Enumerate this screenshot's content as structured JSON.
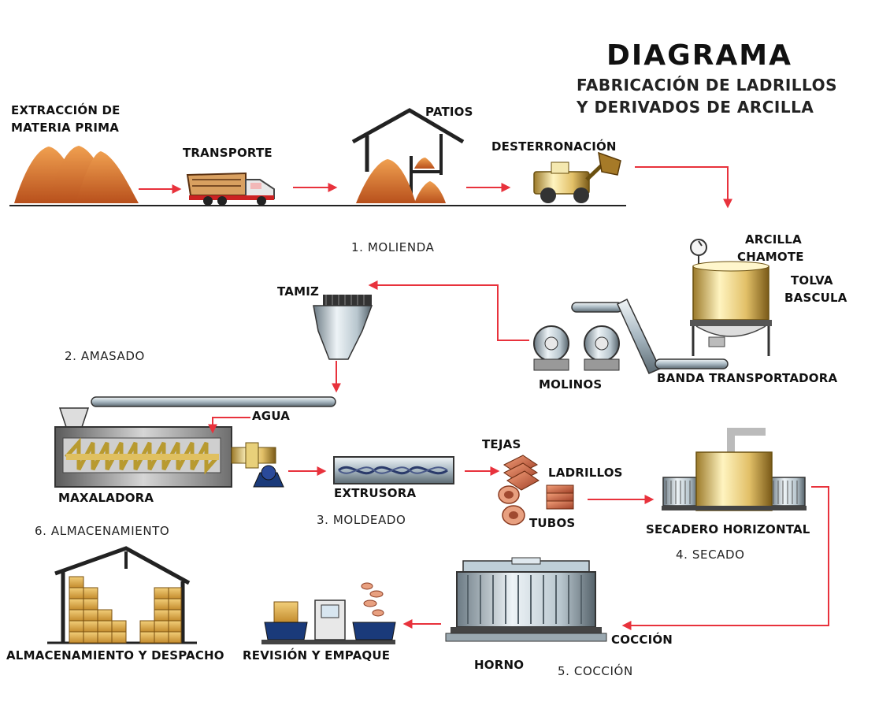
{
  "title": "DIAGRAMA",
  "subtitle_line1": "FABRICACIÓN DE LADRILLOS",
  "subtitle_line2": "Y DERIVADOS DE ARCILLA",
  "labels": {
    "extraccion_line1": "EXTRACCIÓN DE",
    "extraccion_line2": "MATERIA PRIMA",
    "transporte": "TRANSPORTE",
    "patios": "PATIOS",
    "desterronacion": "DESTERRONACIÓN",
    "arcilla": "ARCILLA",
    "chamote": "CHAMOTE",
    "tolva": "TOLVA",
    "bascula": "BASCULA",
    "tamiz": "TAMIZ",
    "molinos": "MOLINOS",
    "banda": "BANDA TRANSPORTADORA",
    "agua": "AGUA",
    "maxaladora": "MAXALADORA",
    "extrusora": "EXTRUSORA",
    "tejas": "TEJAS",
    "ladrillos": "LADRILLOS",
    "tubos": "TUBOS",
    "secadero": "SECADERO HORIZONTAL",
    "coccion": "COCCIÓN",
    "horno": "HORNO",
    "revision": "REVISIÓN Y EMPAQUE",
    "almacenamiento_despacho": "ALMACENAMIENTO Y DESPACHO"
  },
  "steps": {
    "molienda": "1. MOLIENDA",
    "amasado": "2. AMASADO",
    "moldeado": "3. MOLDEADO",
    "secado": "4. SECADO",
    "coccion": "5. COCCIÓN",
    "almacenamiento": "6. ALMACENAMIENTO"
  },
  "colors": {
    "arrow": "#e8323c",
    "clay": "#d9702a",
    "machine": "#e8d08a",
    "ink": "#111111"
  }
}
